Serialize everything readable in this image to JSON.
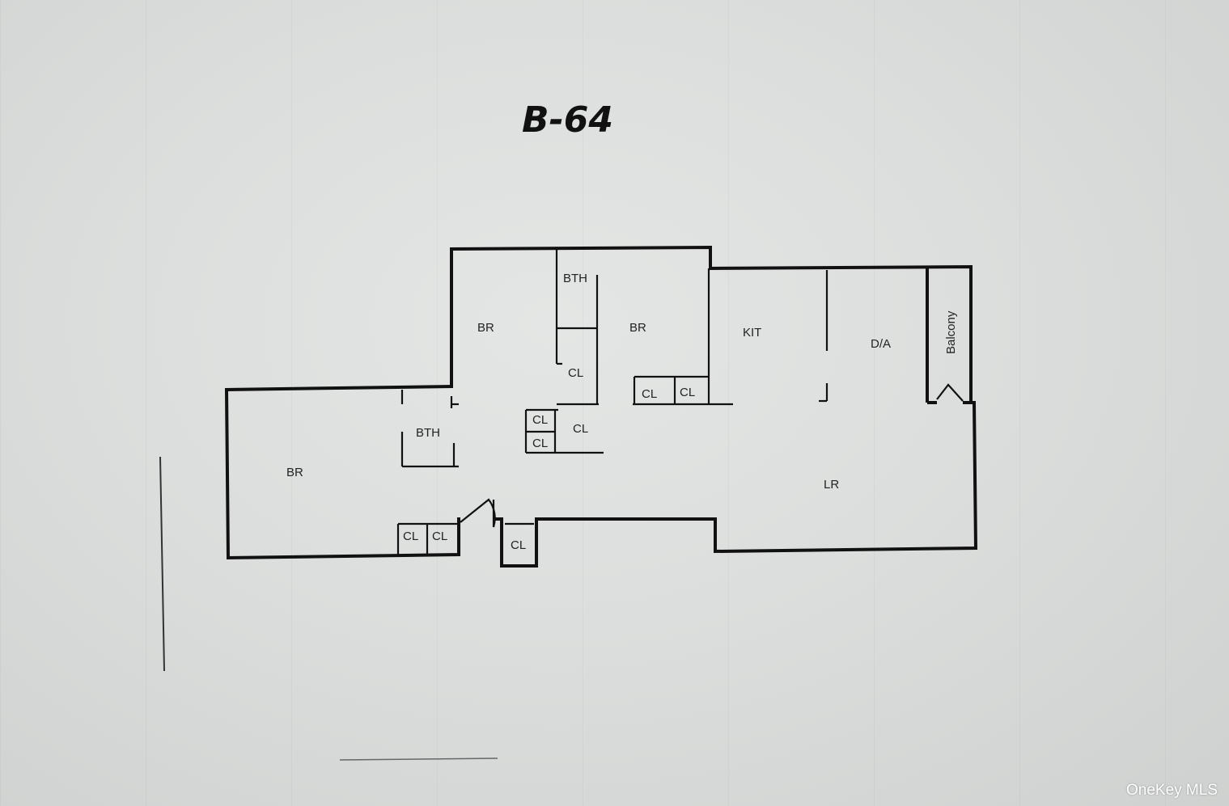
{
  "unit_label": "B-64",
  "rooms": {
    "br_left": "BR",
    "bth_left": "BTH",
    "br_middle": "BR",
    "bth_top": "BTH",
    "cl_center": "CL",
    "br_right": "BR",
    "cl_pair_a": "CL",
    "cl_pair_b": "CL",
    "cl_small_a": "CL",
    "cl_small_b": "CL",
    "cl_small_c": "CL",
    "kit": "KIT",
    "da": "D/A",
    "balcony": "Balcony",
    "lr": "LR",
    "cl_bottom_a": "CL",
    "cl_bottom_b": "CL",
    "cl_bottom_c": "CL"
  },
  "watermark": "OneKey MLS"
}
